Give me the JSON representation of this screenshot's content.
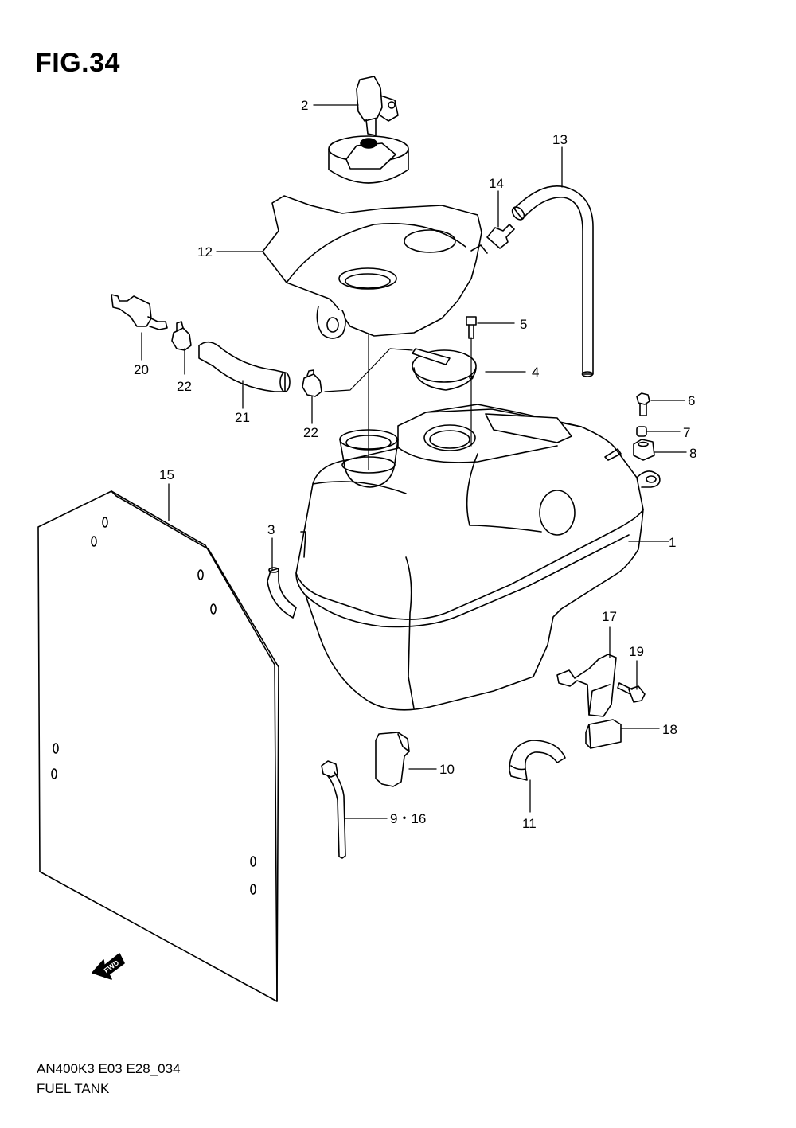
{
  "figure": {
    "title": "FIG.34"
  },
  "footer": {
    "model_code": "AN400K3 E03 E28_034",
    "assembly_name": "FUEL TANK"
  },
  "direction_badge": {
    "text": "FWD"
  },
  "callouts": {
    "c1": "1",
    "c2": "2",
    "c3": "3",
    "c4": "4",
    "c5": "5",
    "c6": "6",
    "c7": "7",
    "c8": "8",
    "c9_16": "9・16",
    "c10": "10",
    "c11": "11",
    "c12": "12",
    "c13": "13",
    "c14": "14",
    "c15": "15",
    "c17": "17",
    "c18": "18",
    "c19": "19",
    "c20": "20",
    "c21": "21",
    "c22a": "22",
    "c22b": "22"
  }
}
